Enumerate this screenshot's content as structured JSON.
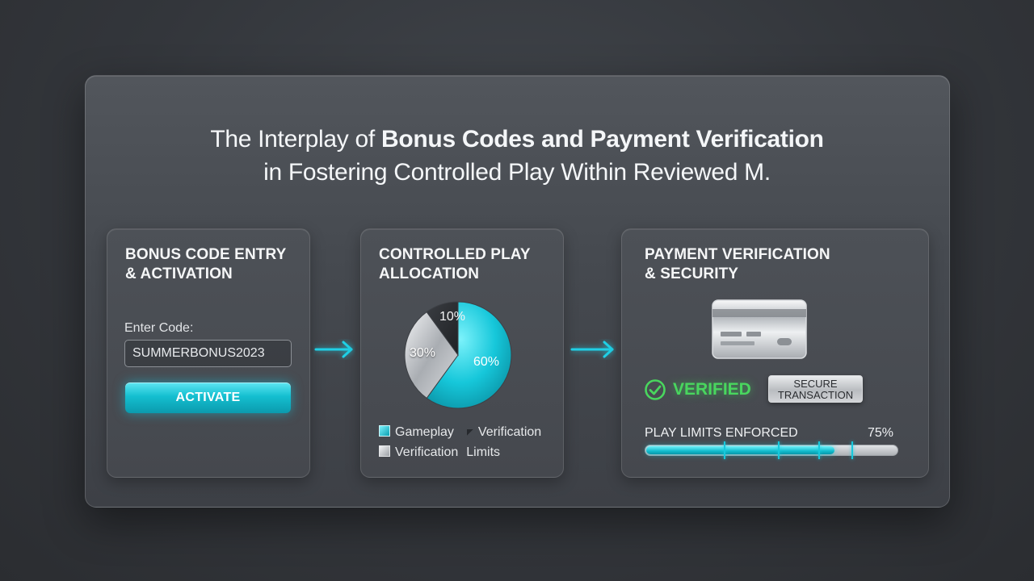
{
  "headline": {
    "part1": "The Interplay of ",
    "bold": "Bonus Codes and Payment Verification",
    "line2": "in Fostering Controlled Play Within Reviewed M."
  },
  "bonus_card": {
    "title_line1": "BONUS CODE ENTRY",
    "title_line2": "& ACTIVATION",
    "field_label": "Enter Code:",
    "code_value": "SUMMERBONUS2023",
    "activate_label": "ACTIVATE"
  },
  "allocation_card": {
    "title_line1": "CONTROLLED PLAY",
    "title_line2": "ALLOCATION",
    "legend": [
      {
        "swatch": "Gameplay",
        "second": "Verification"
      },
      {
        "swatch": "Verification",
        "second": "Limits"
      }
    ]
  },
  "chart_data": {
    "type": "pie",
    "slices": [
      {
        "label": "60%",
        "value": 60,
        "color": "#14c6d8"
      },
      {
        "label": "30%",
        "value": 30,
        "color": "#c9ccd0"
      },
      {
        "label": "10%",
        "value": 10,
        "color": "#2e3034"
      }
    ]
  },
  "payment_card": {
    "title_line1": "PAYMENT VERIFICATION",
    "title_line2": "& SECURITY",
    "verified_label": "VERIFIED",
    "secure_line1": "SECURE",
    "secure_line2": "TRANSACTION",
    "limits_label": "PLAY LIMITS ENFORCED",
    "limits_percent": "75%",
    "limits_value": 0.75,
    "icons": {
      "card": "credit-card-icon",
      "check": "check-circle-icon"
    }
  },
  "colors": {
    "accent": "#14c6d8",
    "verified": "#49d65e"
  }
}
